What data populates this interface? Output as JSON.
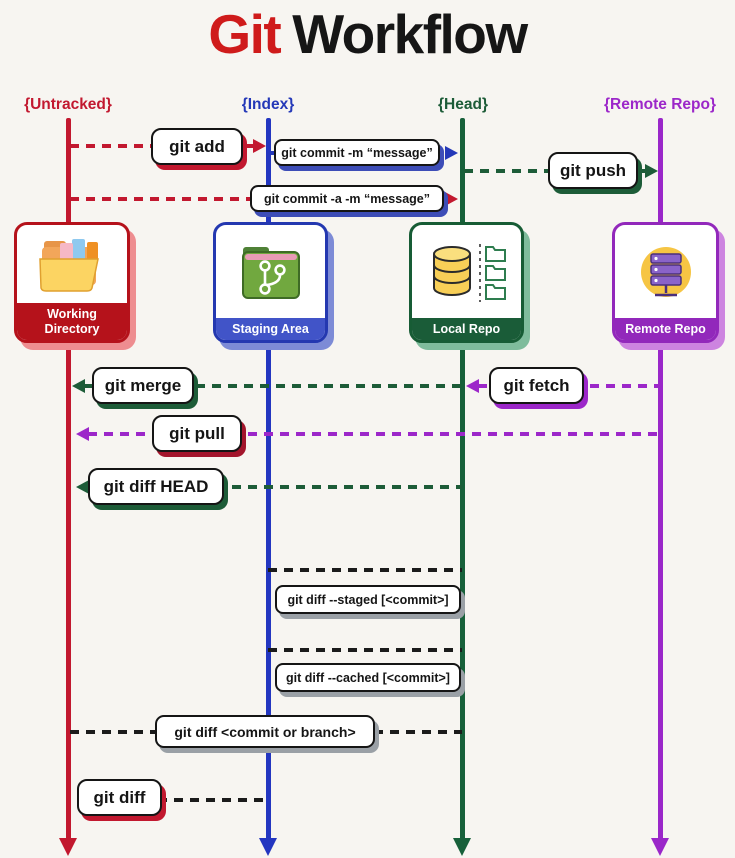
{
  "title": {
    "accent": "Git",
    "rest": "Workflow"
  },
  "lanes": [
    {
      "id": "untracked",
      "label": "{Untracked}",
      "color": "#c2182f"
    },
    {
      "id": "index",
      "label": "{Index}",
      "color": "#2438b8"
    },
    {
      "id": "head",
      "label": "{Head}",
      "color": "#1d5c38"
    },
    {
      "id": "remote-repo",
      "label": "{Remote Repo}",
      "color": "#9c27c9"
    }
  ],
  "nodes": [
    {
      "label": "Working Directory",
      "color": "#b5121b",
      "icon": "folders-icon"
    },
    {
      "label": "Staging Area",
      "color": "#4154c8",
      "icon": "staging-folder-icon"
    },
    {
      "label": "Local Repo",
      "color": "#1a5c38",
      "icon": "database-icon"
    },
    {
      "label": "Remote Repo",
      "color": "#9228bb",
      "icon": "server-icon"
    }
  ],
  "commands": {
    "git_add": "git add",
    "git_commit_m": "git commit -m “message”",
    "git_push": "git push",
    "git_commit_am": "git commit -a -m “message”",
    "git_merge": "git merge",
    "git_fetch": "git fetch",
    "git_pull": "git pull",
    "git_diff_head": "git diff HEAD",
    "git_diff_staged": "git diff --staged [<commit>]",
    "git_diff_cached": "git diff --cached [<commit>]",
    "git_diff_commit": "git diff <commit or branch>",
    "git_diff": "git diff"
  }
}
